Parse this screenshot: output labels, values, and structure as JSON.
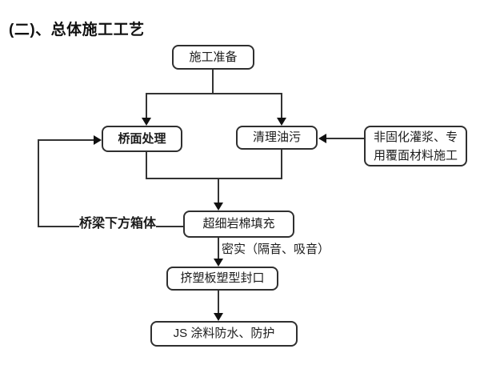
{
  "page": {
    "title": "(二)、总体施工工艺",
    "background_color": "#ffffff",
    "line_color": "#333333"
  },
  "flowchart": {
    "nodes": {
      "prep": {
        "label": "施工准备"
      },
      "deck": {
        "label": "桥面处理"
      },
      "clean": {
        "label": "清理油污"
      },
      "grout": {
        "label": "非固化灌浆、专用覆面材料施工"
      },
      "rockwool": {
        "label": "超细岩棉填充"
      },
      "xps": {
        "label": "挤塑板塑型封口"
      },
      "js": {
        "label": "JS 涂料防水、防护"
      }
    },
    "labels": {
      "bridge_box": "桥梁下方箱体",
      "dense_note": "密实（隔音、吸音）"
    }
  }
}
